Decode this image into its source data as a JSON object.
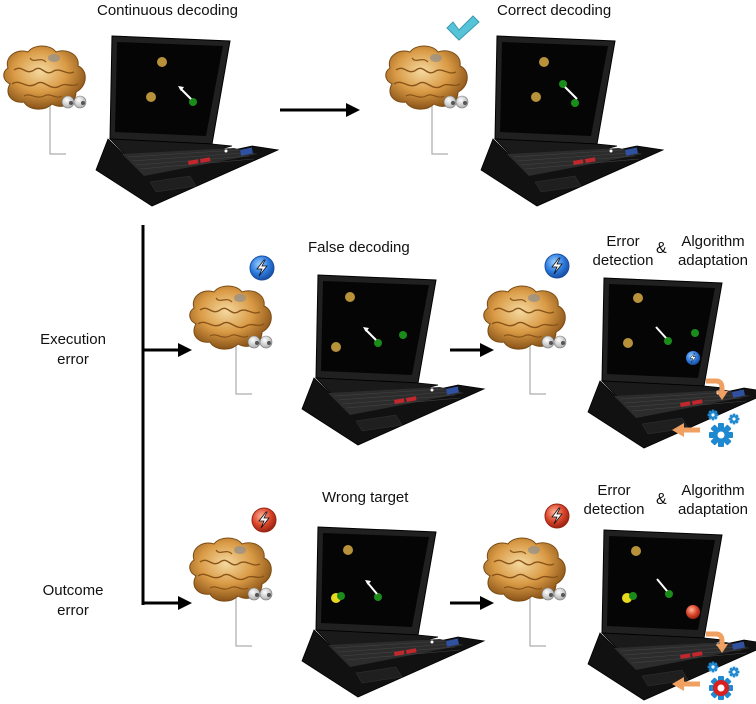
{
  "panels": {
    "continuous_title": "Continuous decoding",
    "correct_title": "Correct decoding",
    "false_title": "False decoding",
    "wrong_title": "Wrong target"
  },
  "adaptation_label": {
    "error": "Error",
    "detection": "detection",
    "ampersand": "&",
    "algorithm": "Algorithm",
    "adaptation": "adaptation"
  },
  "side_labels": {
    "execution_line1": "Execution",
    "execution_line2": "error",
    "outcome_line1": "Outcome",
    "outcome_line2": "error"
  },
  "colors": {
    "target_gold": "#b8923a",
    "target_green": "#1a8c1a",
    "target_yellow": "#e8d820",
    "error_blue": "#2c7be0",
    "error_red": "#d9442a",
    "check_cyan": "#56c3d8",
    "arrow_orange": "#f0a060",
    "laptop_black": "#141414"
  },
  "icons": [
    "brain-icon",
    "eye-icon",
    "laptop-icon",
    "checkmark-icon",
    "lightning-icon",
    "gear-icon",
    "arrow-icon"
  ]
}
